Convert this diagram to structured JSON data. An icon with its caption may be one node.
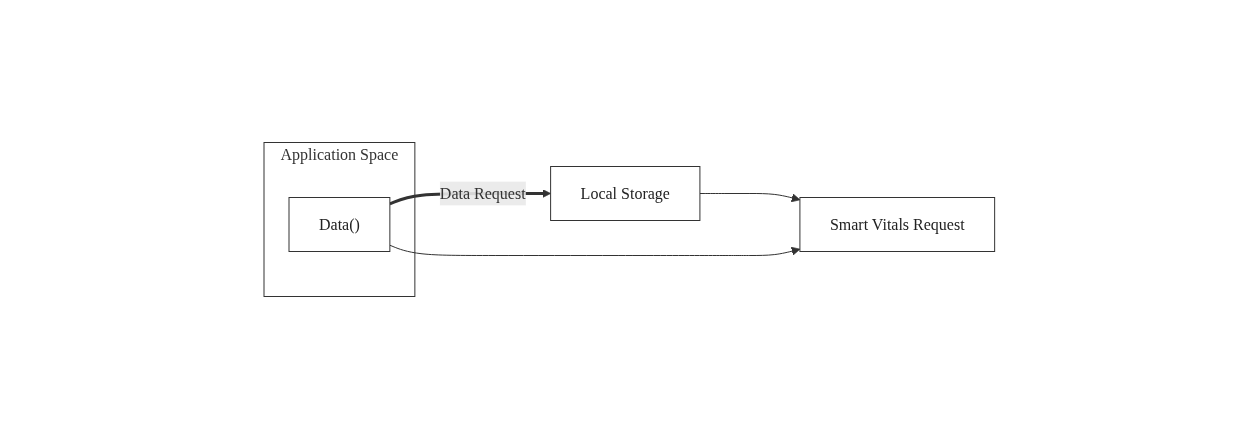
{
  "diagram": {
    "nodes": [
      {
        "text": [
          "Application Space"
        ]
      },
      {
        "text": [
          "Smart Vitals Request"
        ]
      },
      {
        "text": [
          "Data()"
        ],
        "in": 0
      },
      {
        "text": [
          "Local Storage"
        ]
      }
    ],
    "edges": [
      {
        "from": 2,
        "to": 3,
        "arrow": "to",
        "label": "Data Request",
        "style": "thick"
      },
      {
        "from": 3,
        "to": 1,
        "arrow": "to"
      },
      {
        "from": 2,
        "to": 1,
        "arrow": "to"
      }
    ]
  }
}
